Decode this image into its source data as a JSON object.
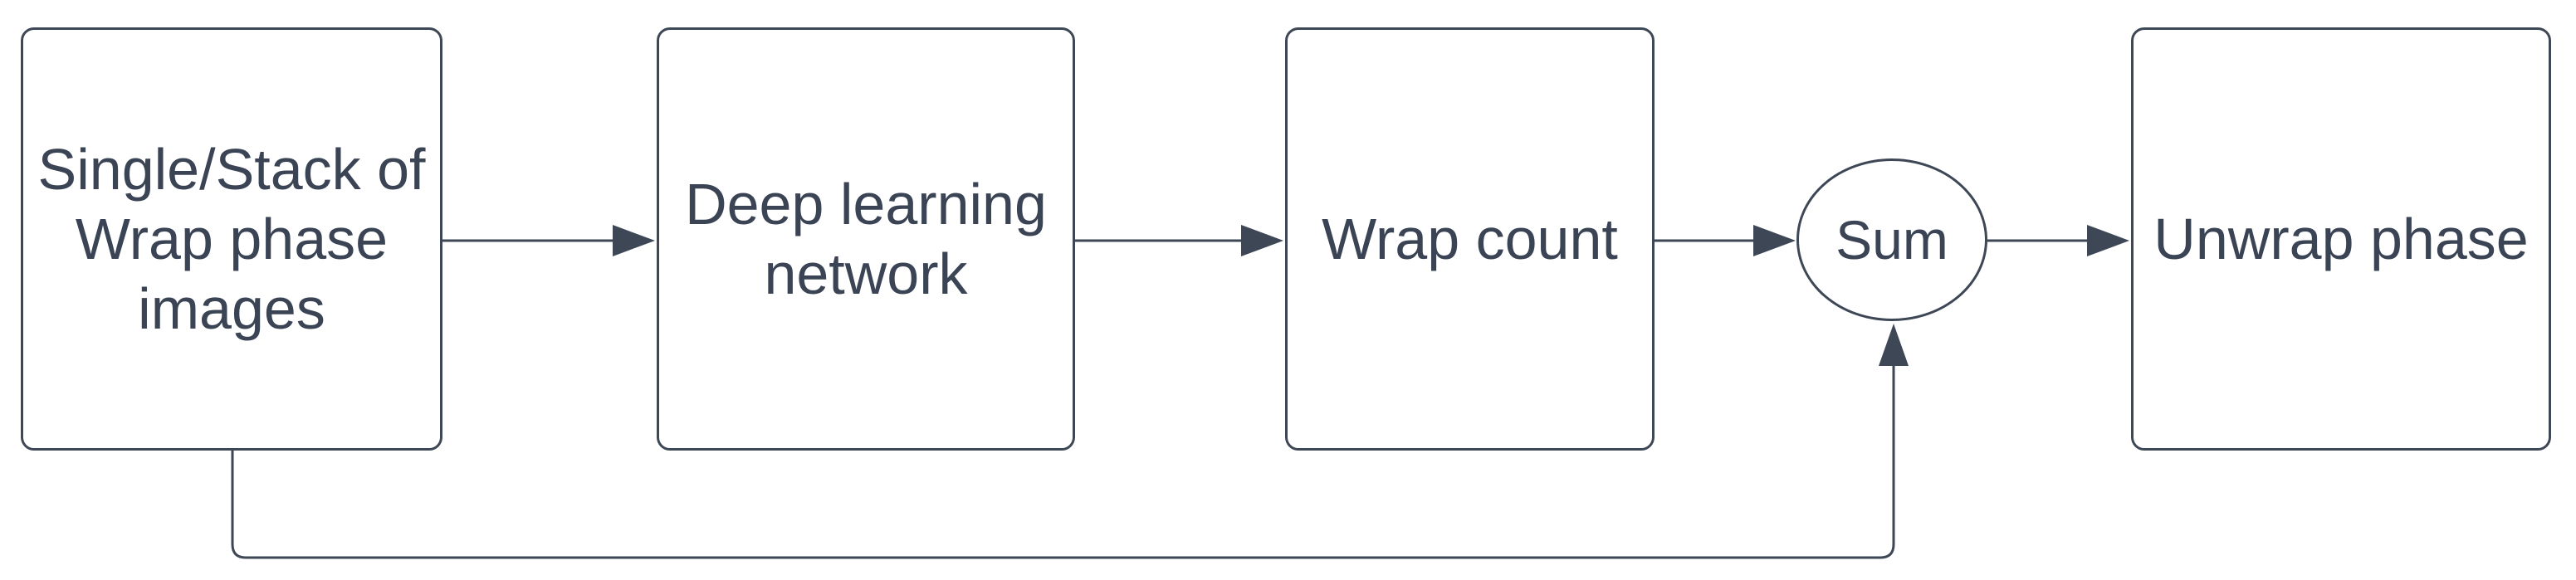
{
  "diagram": {
    "type": "flowchart",
    "description": "Deep-learning based phase unwrapping pipeline block diagram",
    "colors": {
      "stroke": "#3e4756",
      "text": "#3a4454",
      "background": "#ffffff"
    },
    "nodes": [
      {
        "id": "input-images",
        "shape": "rectangle",
        "label": "Single/Stack of Wrap phase images"
      },
      {
        "id": "deep-learning-network",
        "shape": "rectangle",
        "label": "Deep learning network"
      },
      {
        "id": "wrap-count",
        "shape": "rectangle",
        "label": "Wrap count"
      },
      {
        "id": "sum",
        "shape": "ellipse",
        "label": "Sum"
      },
      {
        "id": "unwrap-phase",
        "shape": "rectangle",
        "label": "Unwrap phase"
      }
    ],
    "edges": [
      {
        "from": "input-images",
        "to": "deep-learning-network",
        "type": "arrow",
        "route": "straight"
      },
      {
        "from": "deep-learning-network",
        "to": "wrap-count",
        "type": "arrow",
        "route": "straight"
      },
      {
        "from": "wrap-count",
        "to": "sum",
        "type": "arrow",
        "route": "straight"
      },
      {
        "from": "sum",
        "to": "unwrap-phase",
        "type": "arrow",
        "route": "straight"
      },
      {
        "from": "input-images",
        "to": "sum",
        "type": "arrow",
        "route": "feedback-bottom"
      }
    ]
  }
}
